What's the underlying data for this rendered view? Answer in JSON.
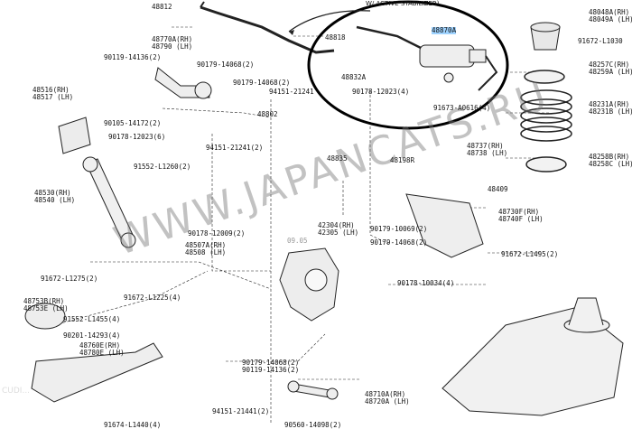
{
  "title_stabilizer": "W/ ACTIVE STABILIZER)",
  "watermark": "WWW.JAPANCATS.RU",
  "watermark_small": "09.05",
  "corner_label": "CUDI...",
  "parts": [
    {
      "id": "p48812",
      "l1": "48812",
      "l2": ""
    },
    {
      "id": "p48818",
      "l1": "48818",
      "l2": ""
    },
    {
      "id": "p48870A",
      "l1": "48870A",
      "l2": "",
      "hl": true
    },
    {
      "id": "p48832A",
      "l1": "48832A",
      "l2": ""
    },
    {
      "id": "p48770A",
      "l1": "48770A(RH)",
      "l2": "48790 (LH)"
    },
    {
      "id": "p90119a",
      "l1": "90119-14136(2)",
      "l2": ""
    },
    {
      "id": "p90179a",
      "l1": "90179-14068(2)",
      "l2": ""
    },
    {
      "id": "p90179b",
      "l1": "90179-14068(2)",
      "l2": ""
    },
    {
      "id": "p94151a",
      "l1": "94151-21241",
      "l2": ""
    },
    {
      "id": "p90178a",
      "l1": "90178-12023(4)",
      "l2": ""
    },
    {
      "id": "p48516",
      "l1": "48516(RH)",
      "l2": "48517 (LH)"
    },
    {
      "id": "p90105",
      "l1": "90105-14172(2)",
      "l2": ""
    },
    {
      "id": "p90178b",
      "l1": "90178-12023(6)",
      "l2": ""
    },
    {
      "id": "p48802",
      "l1": "48802",
      "l2": ""
    },
    {
      "id": "p91673",
      "l1": "91673-A0616(4)",
      "l2": ""
    },
    {
      "id": "p94151b",
      "l1": "94151-21241(2)",
      "l2": ""
    },
    {
      "id": "p48835",
      "l1": "48835",
      "l2": ""
    },
    {
      "id": "p48737",
      "l1": "48737(RH)",
      "l2": "48738 (LH)"
    },
    {
      "id": "p48198",
      "l1": "48198R",
      "l2": ""
    },
    {
      "id": "p91552a",
      "l1": "91552-L1260(2)",
      "l2": ""
    },
    {
      "id": "p48530",
      "l1": "48530(RH)",
      "l2": "48540 (LH)"
    },
    {
      "id": "p48409",
      "l1": "48409",
      "l2": ""
    },
    {
      "id": "p48048A",
      "l1": "48048A(RH)",
      "l2": "48049A (LH)"
    },
    {
      "id": "p91672a",
      "l1": "91672-L1030",
      "l2": ""
    },
    {
      "id": "p48257C",
      "l1": "48257C(RH)",
      "l2": "48259A (LH)"
    },
    {
      "id": "p48231A",
      "l1": "48231A(RH)",
      "l2": "48231B (LH)"
    },
    {
      "id": "p48258B",
      "l1": "48258B(RH)",
      "l2": "48258C (LH)"
    },
    {
      "id": "p48730F",
      "l1": "48730F(RH)",
      "l2": "48740F (LH)"
    },
    {
      "id": "p91672b",
      "l1": "91672-L1495(2)",
      "l2": ""
    },
    {
      "id": "p90179c",
      "l1": "90179-10069(2)",
      "l2": ""
    },
    {
      "id": "p90179d",
      "l1": "90179-14068(2)",
      "l2": ""
    },
    {
      "id": "p90178c",
      "l1": "90178-10034(4)",
      "l2": ""
    },
    {
      "id": "p90178d",
      "l1": "90178-12009(2)",
      "l2": ""
    },
    {
      "id": "p48507A",
      "l1": "48507A(RH)",
      "l2": "48508 (LH)"
    },
    {
      "id": "p42304",
      "l1": "42304(RH)",
      "l2": "42305 (LH)"
    },
    {
      "id": "p91672c",
      "l1": "91672-L1275(2)",
      "l2": ""
    },
    {
      "id": "p91672d",
      "l1": "91672-L1225(4)",
      "l2": ""
    },
    {
      "id": "p48753B",
      "l1": "48753B(RH)",
      "l2": "48753E (LH)"
    },
    {
      "id": "p91552b",
      "l1": "91552-L1455(4)",
      "l2": ""
    },
    {
      "id": "p90201",
      "l1": "90201-14293(4)",
      "l2": ""
    },
    {
      "id": "p48760E",
      "l1": "48760E(RH)",
      "l2": "48780E (LH)"
    },
    {
      "id": "p90179e",
      "l1": "90179-14068(2)",
      "l2": "90119-14136(2)"
    },
    {
      "id": "p94151c",
      "l1": "94151-21441(2)",
      "l2": ""
    },
    {
      "id": "p48710A",
      "l1": "48710A(RH)",
      "l2": "48720A (LH)"
    },
    {
      "id": "p91674",
      "l1": "91674-L1440(4)",
      "l2": ""
    },
    {
      "id": "p90560",
      "l1": "90560-14098(2)",
      "l2": ""
    }
  ]
}
